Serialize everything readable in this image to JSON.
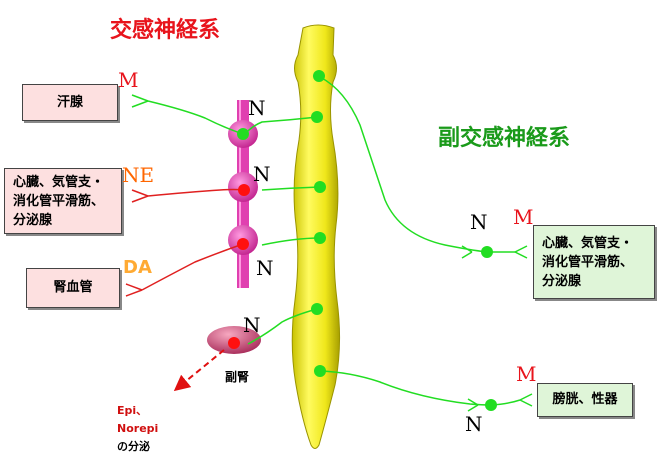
{
  "titles": {
    "sympathetic": "交感神経系",
    "parasympathetic": "副交感神経系"
  },
  "colors": {
    "sympathetic_title": "#e8141c",
    "parasympathetic_title": "#1a9a1a",
    "ach_label": "#e8141c",
    "ne_label": "#ff6600",
    "da_label": "#ffaa33",
    "green_fiber": "#22dd22",
    "red_fiber": "#e02020",
    "ganglion_chain": "#e040b0",
    "spinal_cord": "#f2ec1c",
    "box_pink": "#fde0e0",
    "box_green": "#dff5d8",
    "epi_text": "#d01010"
  },
  "targets": {
    "sweat": "汗腺",
    "heart_sym": [
      "心臓、気管支・",
      "消化管平滑筋、",
      "分泌腺"
    ],
    "renal": "腎血管",
    "heart_para": [
      "心臓、気管支・",
      "消化管平滑筋、",
      "分泌腺"
    ],
    "bladder": "膀胱、性器"
  },
  "receptors": {
    "sweat": "M",
    "heart_sym": "NE",
    "renal": "DA",
    "heart_para": "M",
    "bladder": "M"
  },
  "nicotinic": "N",
  "adrenal": {
    "label": "副腎",
    "secretion": [
      "Epi、",
      "Norepi",
      "の分泌"
    ]
  }
}
